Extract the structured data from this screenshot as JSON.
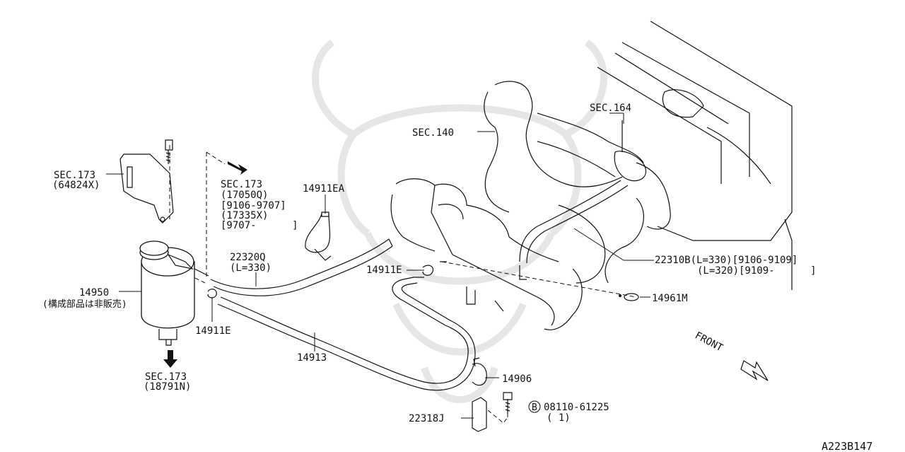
{
  "labels": {
    "sec140": "SEC.140",
    "sec164": "SEC.164",
    "sec173_top": "SEC.173",
    "sec173_top_l1": "(17050Q)",
    "sec173_top_l2": "[9106-9707]",
    "sec173_top_l3": "(17335X)",
    "sec173_top_l4": "[9707-      ]",
    "sec173_bracket": "SEC.173",
    "sec173_bracket_sub": "(64824X)",
    "p14911EA": "14911EA",
    "p22320Q": "22320Q",
    "p22320Q_len": "(L=330)",
    "p14911E_a": "14911E",
    "p14911E_b": "14911E",
    "p14950": "14950",
    "p14950_note": "(構成部品は非販売)",
    "p14913": "14913",
    "p14906": "14906",
    "p22318J": "22318J",
    "bolt_part": "08110-61225",
    "bolt_qty": "( 1)",
    "bolt_symbol": "B",
    "p22310B_l1": "22310B(L=330)[9106-9109]",
    "p22310B_l2": "(L=320)[9109-      ]",
    "p14961M": "14961M",
    "sec173_bottom": "SEC.173",
    "sec173_bottom_sub": "(18791N)",
    "front": "FRONT",
    "diagram_id": "A223B147"
  },
  "colors": {
    "line": "#111111",
    "watermark": "#e6e6e6",
    "background": "#ffffff"
  }
}
